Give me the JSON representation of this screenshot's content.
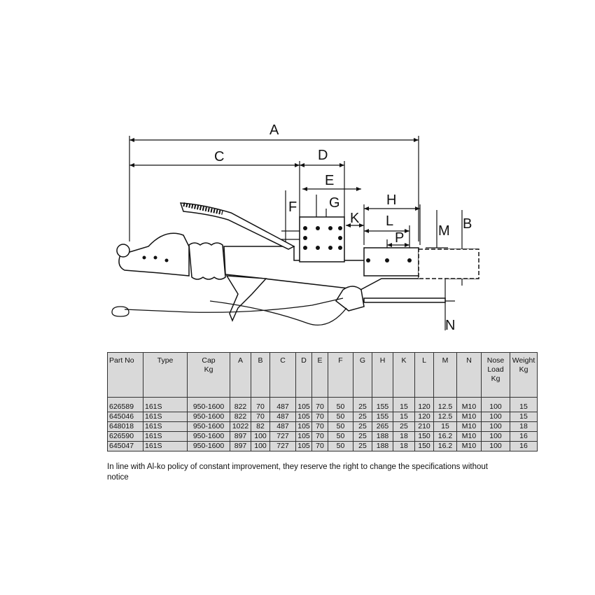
{
  "drawing": {
    "dimension_labels": {
      "A": "A",
      "B": "B",
      "C": "C",
      "D": "D",
      "E": "E",
      "F": "F",
      "G": "G",
      "H": "H",
      "K": "K",
      "L": "L",
      "M": "M",
      "N": "N",
      "P": "P"
    }
  },
  "table": {
    "headers": [
      [
        "Part No"
      ],
      [
        "Type"
      ],
      [
        "Cap",
        "Kg"
      ],
      [
        "A"
      ],
      [
        "B"
      ],
      [
        "C"
      ],
      [
        "D"
      ],
      [
        "E"
      ],
      [
        "F"
      ],
      [
        "G"
      ],
      [
        "H"
      ],
      [
        "K"
      ],
      [
        "L"
      ],
      [
        "M"
      ],
      [
        "N"
      ],
      [
        "Nose",
        "Load",
        "Kg"
      ],
      [
        "Weight",
        "Kg"
      ]
    ],
    "rows": [
      [
        "626589",
        "161S",
        "950-1600",
        "822",
        "70",
        "487",
        "105",
        "70",
        "50",
        "25",
        "155",
        "15",
        "120",
        "12.5",
        "M10",
        "100",
        "15"
      ],
      [
        "645046",
        "161S",
        "950-1600",
        "822",
        "70",
        "487",
        "105",
        "70",
        "50",
        "25",
        "155",
        "15",
        "120",
        "12.5",
        "M10",
        "100",
        "15"
      ],
      [
        "648018",
        "161S",
        "950-1600",
        "1022",
        "82",
        "487",
        "105",
        "70",
        "50",
        "25",
        "265",
        "25",
        "210",
        "15",
        "M10",
        "100",
        "18"
      ],
      [
        "626590",
        "161S",
        "950-1600",
        "897",
        "100",
        "727",
        "105",
        "70",
        "50",
        "25",
        "188",
        "18",
        "150",
        "16.2",
        "M10",
        "100",
        "16"
      ],
      [
        "645047",
        "161S",
        "950-1600",
        "897",
        "100",
        "727",
        "105",
        "70",
        "50",
        "25",
        "188",
        "18",
        "150",
        "16.2",
        "M10",
        "100",
        "16"
      ]
    ]
  },
  "notice": "In line with Al-ko policy of constant improvement, they reserve the right to change the specifications without notice"
}
